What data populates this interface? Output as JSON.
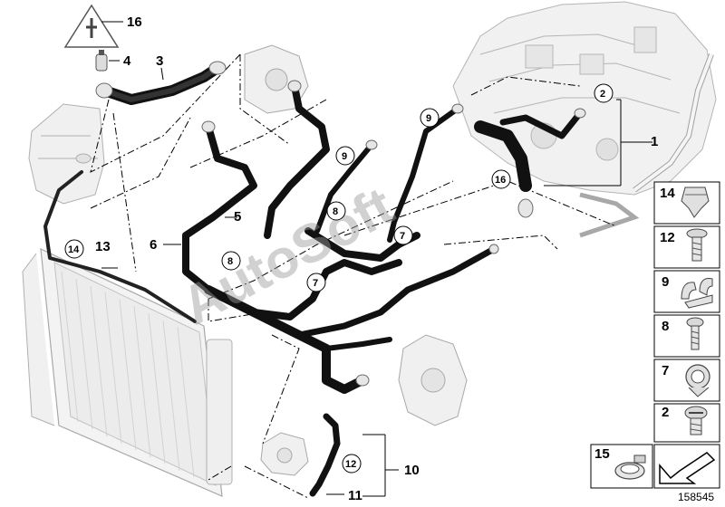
{
  "watermark": "AutoSoft",
  "part_number": "158545",
  "callouts": {
    "c16": "16",
    "c4": "4",
    "c3": "3",
    "c2": "2",
    "c1": "1",
    "c9a": "9",
    "c9b": "9",
    "c16b": "16",
    "c8a": "8",
    "c8b": "8",
    "c7a": "7",
    "c7b": "7",
    "c5": "5",
    "c6": "6",
    "c14": "14",
    "c13": "13",
    "c12": "12",
    "c10": "10",
    "c11": "11"
  },
  "legend": {
    "items": [
      {
        "num": "14",
        "icon": "clamp-clip-icon"
      },
      {
        "num": "12",
        "icon": "screw-icon"
      },
      {
        "num": "9",
        "icon": "hose-clip-icon"
      },
      {
        "num": "8",
        "icon": "bolt-icon"
      },
      {
        "num": "7",
        "icon": "spring-clip-icon"
      },
      {
        "num": "2",
        "icon": "bleed-screw-icon"
      }
    ],
    "bottom": {
      "num": "15",
      "icon": "hose-clamp-icon"
    }
  }
}
